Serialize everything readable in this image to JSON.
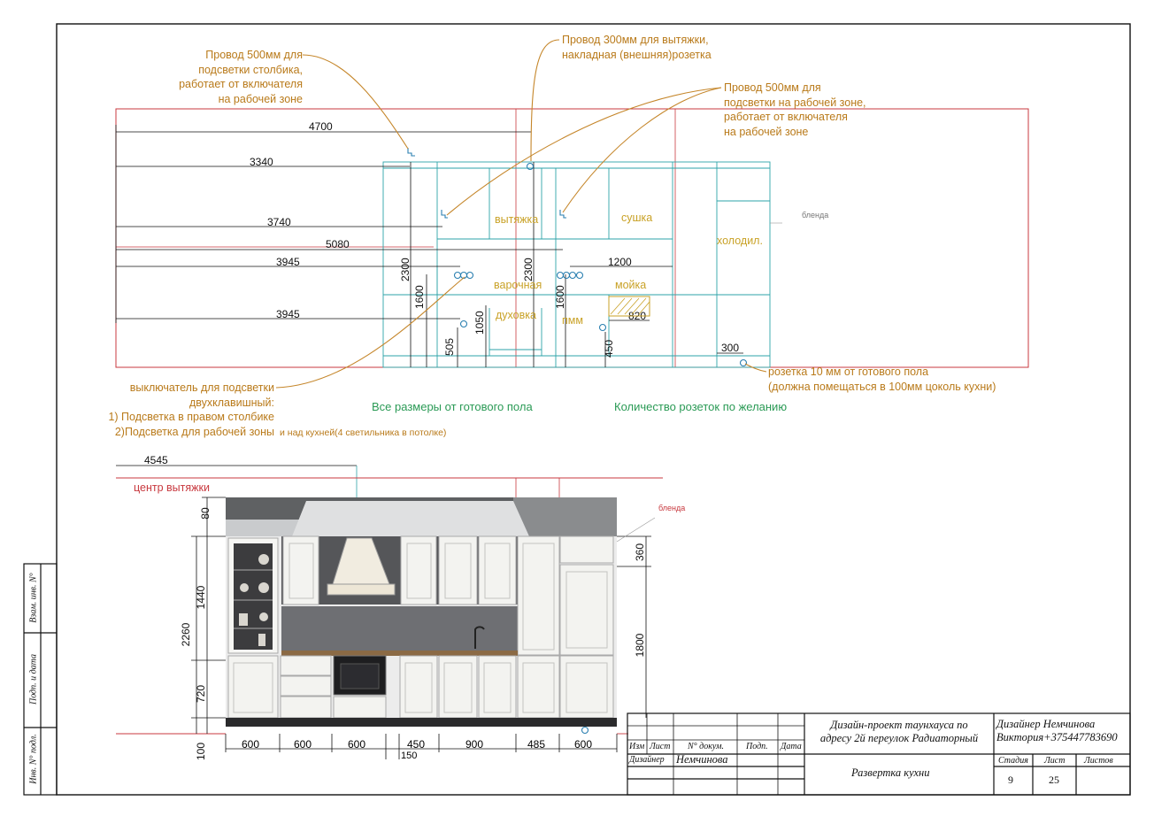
{
  "elevation": {
    "overall_dims": [
      "4700",
      "3340",
      "3740",
      "5080",
      "3945",
      "3945"
    ],
    "vertical_dims": [
      "2300",
      "1600",
      "2300",
      "1600",
      "1050",
      "505",
      "450"
    ],
    "horizontal_small": [
      "1200",
      "820",
      "300"
    ],
    "zones": [
      "вытяжка",
      "сушка",
      "холодил.",
      "варочная",
      "мойка",
      "духовка",
      "пмм"
    ],
    "blenda": "бленда"
  },
  "annotations": {
    "wire_column": [
      "Провод 500мм для",
      "подсветки столбика,",
      "работает от  включателя",
      "на рабочей зоне"
    ],
    "wire_hood": [
      "Провод 300мм для вытяжки,",
      "накладная (внешняя)розетка"
    ],
    "wire_work": [
      "Провод 500мм для",
      "  подсветки на рабочей зоне,",
      "работает от  включателя",
      "на рабочей зоне"
    ],
    "switch": [
      "выключатель для подсветки",
      "двухклавишный:",
      "1) Подсветка в правом столбике",
      "2)Подсветка для рабочей зоны"
    ],
    "switch_tail": "и над кухней(4 светильника в потолке)",
    "socket": [
      "розетка 10 мм от готового пола",
      "(должна помещаться в 100мм цоколь кухни)"
    ]
  },
  "notes": {
    "floor": "Все размеры от готового пола",
    "sockets": "Количество розеток по желанию"
  },
  "render": {
    "top_dim": "4545",
    "hood_center": "центр вытяжки",
    "blenda": "бленда",
    "left_dims": [
      "80",
      "2260",
      "1440",
      "720",
      "100"
    ],
    "right_dims": [
      "360",
      "1800"
    ],
    "bottom_dims": [
      "600",
      "600",
      "600",
      "450",
      "900",
      "485",
      "600"
    ],
    "gap_dim": "150"
  },
  "title_block": {
    "project": [
      "Дизайн-проект таунхауса по",
      "адресу 2й переулок Радиаторный"
    ],
    "designer_info": [
      "Дизайнер Немчинова",
      "Виктория+375447783690"
    ],
    "headers": [
      "Изм",
      "Лист",
      "N° докум.",
      "Подп.",
      "Дата"
    ],
    "role": "Дизайнер",
    "name": "Немчинова",
    "sheet_title": "Развертка кухни",
    "stage_label": "Стадия",
    "sheet_label": "Лист",
    "sheets_label": "Листов",
    "stage": "9",
    "sheet": "25"
  },
  "side_stamp": [
    "Взам. инв. N°",
    "Подп. и дата",
    "Инв. N° подл."
  ],
  "colors": {
    "red": "#c8393f",
    "teal": "#2ea3a8",
    "orange": "#c5862a",
    "green": "#2a9a55",
    "label": "#c9a227"
  }
}
